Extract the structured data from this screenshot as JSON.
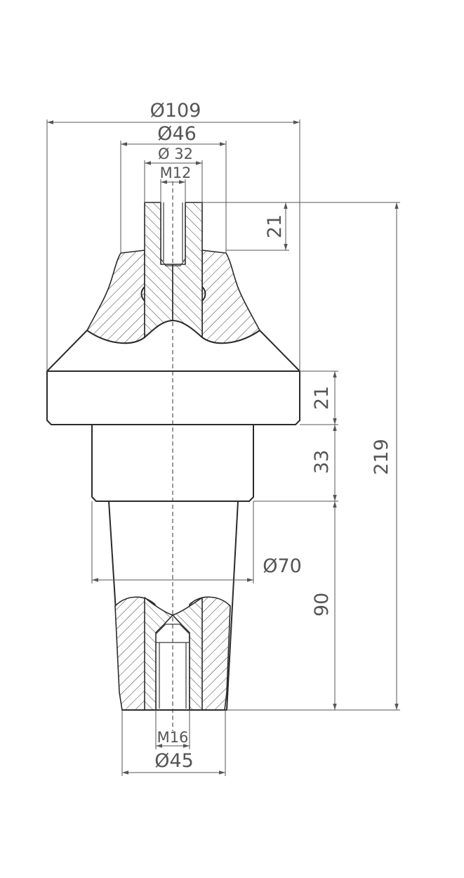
{
  "drawing": {
    "dimensions": {
      "d109": "Ø109",
      "d46": "Ø46",
      "d32": "Ø 32",
      "m12": "M12",
      "top21": "21",
      "flange21": "21",
      "h33": "33",
      "h219": "219",
      "d70": "Ø70",
      "h90": "90",
      "m16": "M16",
      "d45": "Ø45"
    },
    "colors": {
      "line": "#2b2b2b",
      "dimension": "#555555",
      "background": "#ffffff"
    }
  }
}
